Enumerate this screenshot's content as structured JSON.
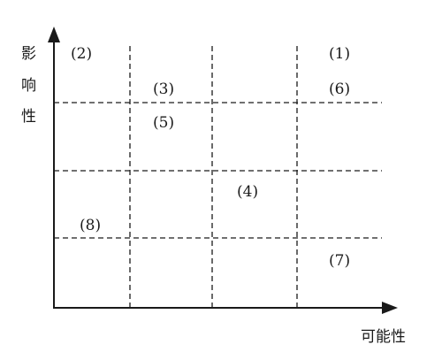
{
  "axes": {
    "y_label_chars": [
      "影",
      "响",
      "性"
    ],
    "x_label": "可能性"
  },
  "cell_labels": [
    "(1)",
    "(2)",
    "(3)",
    "(4)",
    "(5)",
    "(6)",
    "(7)",
    "(8)"
  ],
  "colors": {
    "line": "#1a1a1a",
    "background": "#ffffff"
  }
}
